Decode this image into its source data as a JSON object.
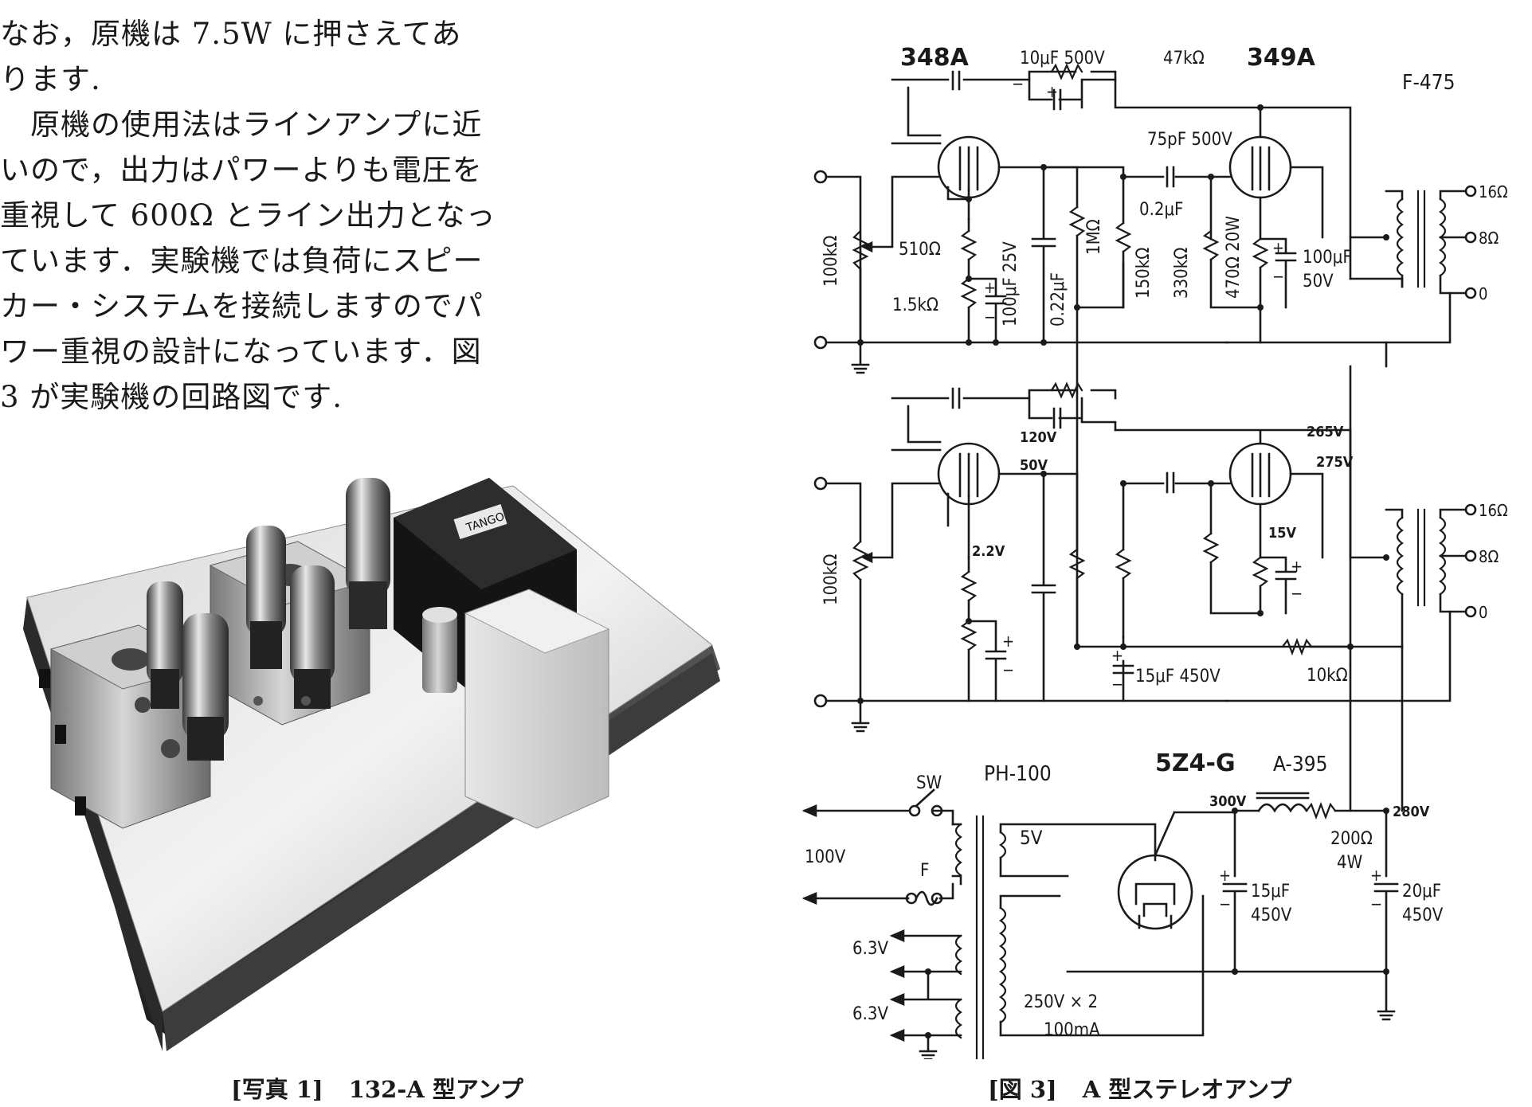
{
  "body_text": {
    "lines": [
      "なお，原機は 7.5W に押さえてあ",
      "ります.",
      "　原機の使用法はラインアンプに近",
      "いので，出力はパワーよりも電圧を",
      "重視して 600Ω とライン出力となっ",
      "ています．実験機では負荷にスピー",
      "カー・システムを接続しますのでパ",
      "ワー重視の設計になっています．図",
      "3 が実験機の回路図です."
    ]
  },
  "photo": {
    "badge_text": "TANGO"
  },
  "captions": {
    "photo": {
      "number": "[写真 1]",
      "title": "132-A 型アンプ"
    },
    "figure": {
      "number": "[図 3]",
      "title": "A 型ステレオアンプ"
    }
  },
  "schematic": {
    "tubes": {
      "v1": "348A",
      "v2": "349A",
      "rect": "5Z4-G"
    },
    "transformers": {
      "output": "F-475",
      "power": "PH-100",
      "choke": "A-395"
    },
    "components": {
      "c_coupling_top": "10μF 500V",
      "r_feedback": "47kΩ",
      "c_feedback": "75pF 500V",
      "c_interstage": "0.2μF",
      "vol": "100kΩ",
      "r_k1a": "510Ω",
      "r_k1b": "1.5kΩ",
      "c_k1": "100μF 25V",
      "c_screen": "0.22μF",
      "r_plate1": "1MΩ",
      "r_plate1b": "150kΩ",
      "r_grid2": "330kΩ",
      "r_k2": "470Ω 20W",
      "c_k2": "100μF",
      "c_k2v": "50V",
      "c_filter_mid": "15μF 450V",
      "r_decouple": "10kΩ",
      "r_choke": "200Ω",
      "r_choke_w": "4W",
      "c_filter1": "15μF",
      "c_filter1v": "450V",
      "c_filter2": "20μF",
      "c_filter2v": "450V"
    },
    "voltages": {
      "v120": "120V",
      "v50": "50V",
      "v265": "265V",
      "v275": "275V",
      "v22": "2.2V",
      "v15": "15V",
      "v300": "300V",
      "v280": "280V",
      "heater5": "5V",
      "mains": "100V",
      "heater1": "6.3V",
      "heater2": "6.3V",
      "hv": "250V × 2",
      "hv_current": "100mA"
    },
    "taps": {
      "t16": "16Ω",
      "t8": "8Ω",
      "t0": "0"
    },
    "switch": {
      "sw": "SW",
      "fuse": "F"
    },
    "polarity": {
      "minus": "−",
      "plus": "+"
    }
  }
}
